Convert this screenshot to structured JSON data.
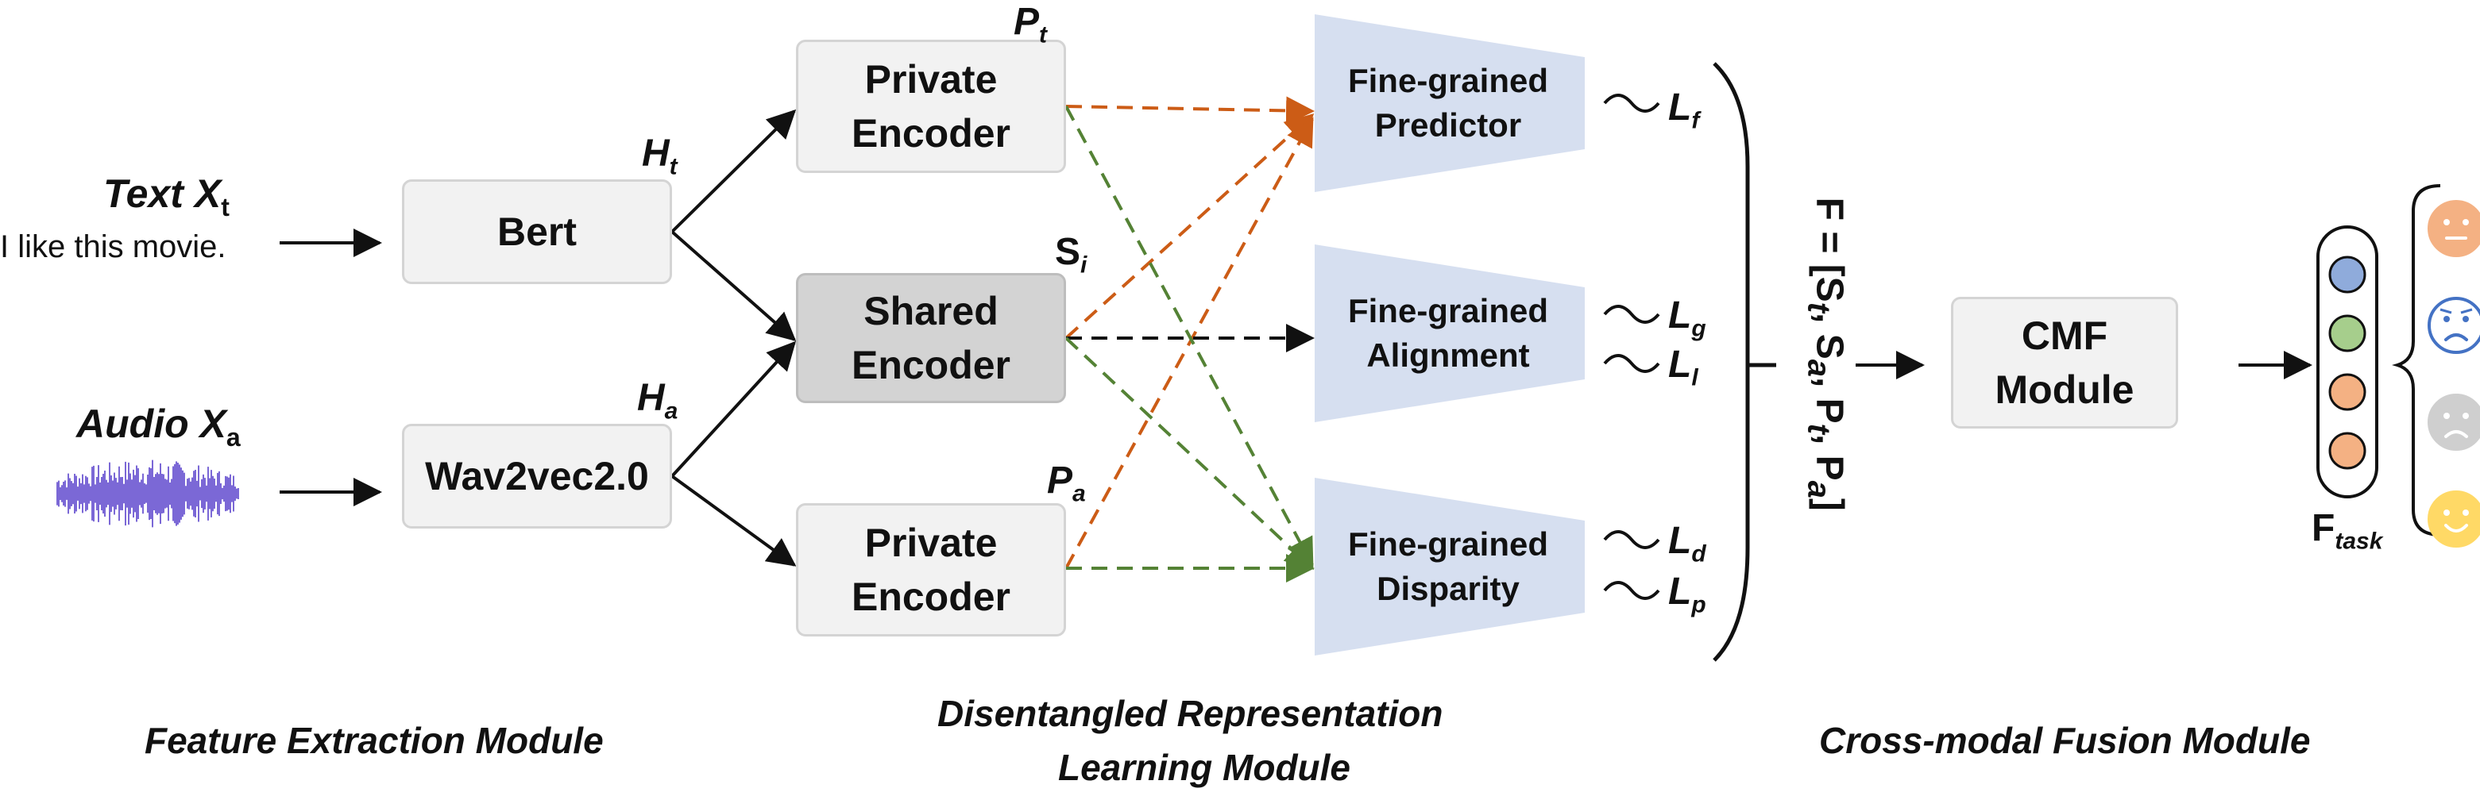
{
  "inputs": {
    "text_name": "Text X",
    "text_sub": "t",
    "text_sample": "I like this movie.",
    "audio_name": "Audio X",
    "audio_sub": "a"
  },
  "extractors": {
    "bert": "Bert",
    "wav2vec": "Wav2vec2.0",
    "h_text": "H",
    "h_text_sub": "t",
    "h_audio": "H",
    "h_audio_sub": "a"
  },
  "encoders": {
    "private_top": "Private Encoder",
    "shared": "Shared Encoder",
    "private_bottom": "Private Encoder",
    "p_text": "P",
    "p_text_sub": "t",
    "s_shared": "S",
    "s_shared_sub": "i",
    "p_audio": "P",
    "p_audio_sub": "a"
  },
  "fine_grained": {
    "predictor": "Fine-grained Predictor",
    "alignment": "Fine-grained Alignment",
    "disparity": "Fine-grained Disparity"
  },
  "losses": {
    "f": {
      "sym": "L",
      "sub": "f"
    },
    "g": {
      "sym": "L",
      "sub": "g"
    },
    "l": {
      "sym": "L",
      "sub": "l"
    },
    "d": {
      "sym": "L",
      "sub": "d"
    },
    "p": {
      "sym": "L",
      "sub": "p"
    }
  },
  "fusion": {
    "formula": "F = [S",
    "formula_t": "t",
    "formula_sep1": ", S",
    "formula_a": "a",
    "formula_sep2": ", P",
    "formula_t2": "t",
    "formula_sep3": ", P",
    "formula_a2": "a",
    "formula_end": "]",
    "cmf": "CMF Module",
    "ftask": "F",
    "ftask_sub": "task"
  },
  "modules": {
    "feature": "Feature Extraction Module",
    "disentangled_line1": "Disentangled Representation",
    "disentangled_line2": "Learning Module",
    "fusion": "Cross-modal Fusion Module"
  },
  "colors": {
    "orange": "#cc5c16",
    "green": "#548235",
    "trapezoid": "#d6dff0",
    "waveform": "#7b68d6",
    "dot_blue": "#8fabdb",
    "dot_green": "#a6ce8c",
    "dot_orange": "#f4b183",
    "emoji_orange": "#f4b183",
    "emoji_blue": "#4472c4",
    "emoji_gray": "#cfcfcf",
    "emoji_yellow": "#ffd966"
  },
  "output_dots": [
    "dot_blue",
    "dot_green",
    "dot_orange",
    "dot_orange"
  ],
  "emojis": [
    {
      "name": "neutral-emoji-icon",
      "color": "emoji_orange"
    },
    {
      "name": "sad-emoji-icon",
      "color": "emoji_blue"
    },
    {
      "name": "frown-emoji-icon",
      "color": "emoji_gray"
    },
    {
      "name": "happy-emoji-icon",
      "color": "emoji_yellow"
    }
  ]
}
